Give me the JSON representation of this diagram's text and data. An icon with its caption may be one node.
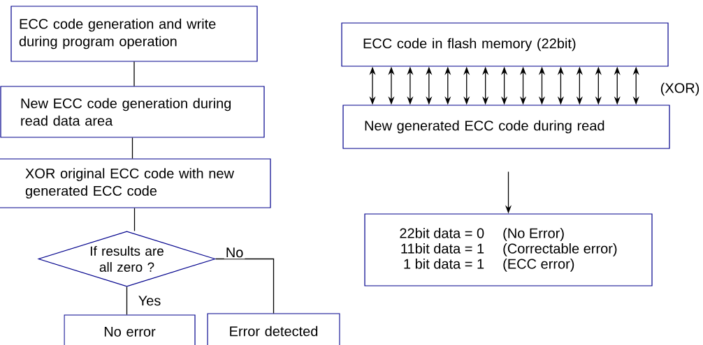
{
  "diagram": {
    "nodes": [
      {
        "text": [
          "ECC code generation and write during program operation"
        ]
      },
      {
        "text": [
          "New ECC code generation during read data area"
        ]
      },
      {
        "text": [
          "XOR original ECC code with new generated ECC code"
        ]
      },
      {
        "text": [
          "If results are all zero ?"
        ]
      },
      {
        "text": [
          "No error"
        ]
      },
      {
        "text": [
          "Error detected"
        ]
      },
      {
        "text": [
          "ECC code in flash memory (22bit)"
        ]
      },
      {
        "text": [
          "New generated ECC code during read"
        ]
      },
      {
        "text": [
          "22bit data = 0",
          "(No Error)",
          "11bit data = 1",
          "(Correctable error)",
          "1 bit data = 1",
          "(ECC error)"
        ]
      }
    ],
    "edges": [
      {
        "from": 0,
        "to": 1,
        "arrow": "none"
      },
      {
        "from": 1,
        "to": 2,
        "arrow": "none"
      },
      {
        "from": 2,
        "to": 3,
        "arrow": "none"
      },
      {
        "from": 3,
        "to": 4,
        "arrow": "none",
        "label": "Yes"
      },
      {
        "from": 3,
        "to": 5,
        "arrow": "none",
        "label": "No"
      },
      {
        "from": 6,
        "to": 7,
        "arrow": "both"
      },
      {
        "from": 6,
        "to": 7,
        "arrow": "both"
      },
      {
        "from": 6,
        "to": 7,
        "arrow": "both"
      },
      {
        "from": 6,
        "to": 7,
        "arrow": "both"
      },
      {
        "from": 6,
        "to": 7,
        "arrow": "both"
      },
      {
        "from": 6,
        "to": 7,
        "arrow": "both"
      },
      {
        "from": 6,
        "to": 7,
        "arrow": "both"
      },
      {
        "from": 6,
        "to": 7,
        "arrow": "both"
      },
      {
        "from": 6,
        "to": 7,
        "arrow": "both"
      },
      {
        "from": 6,
        "to": 7,
        "arrow": "both"
      },
      {
        "from": 6,
        "to": 7,
        "arrow": "both"
      },
      {
        "from": 6,
        "to": 7,
        "arrow": "both"
      },
      {
        "from": 6,
        "to": 7,
        "arrow": "both"
      },
      {
        "from": 6,
        "to": 7,
        "arrow": "both"
      },
      {
        "from": 6,
        "to": 7,
        "arrow": "both"
      },
      {
        "from": null,
        "to": 8,
        "arrow": "to"
      }
    ],
    "labels": [
      "(XOR)"
    ]
  }
}
